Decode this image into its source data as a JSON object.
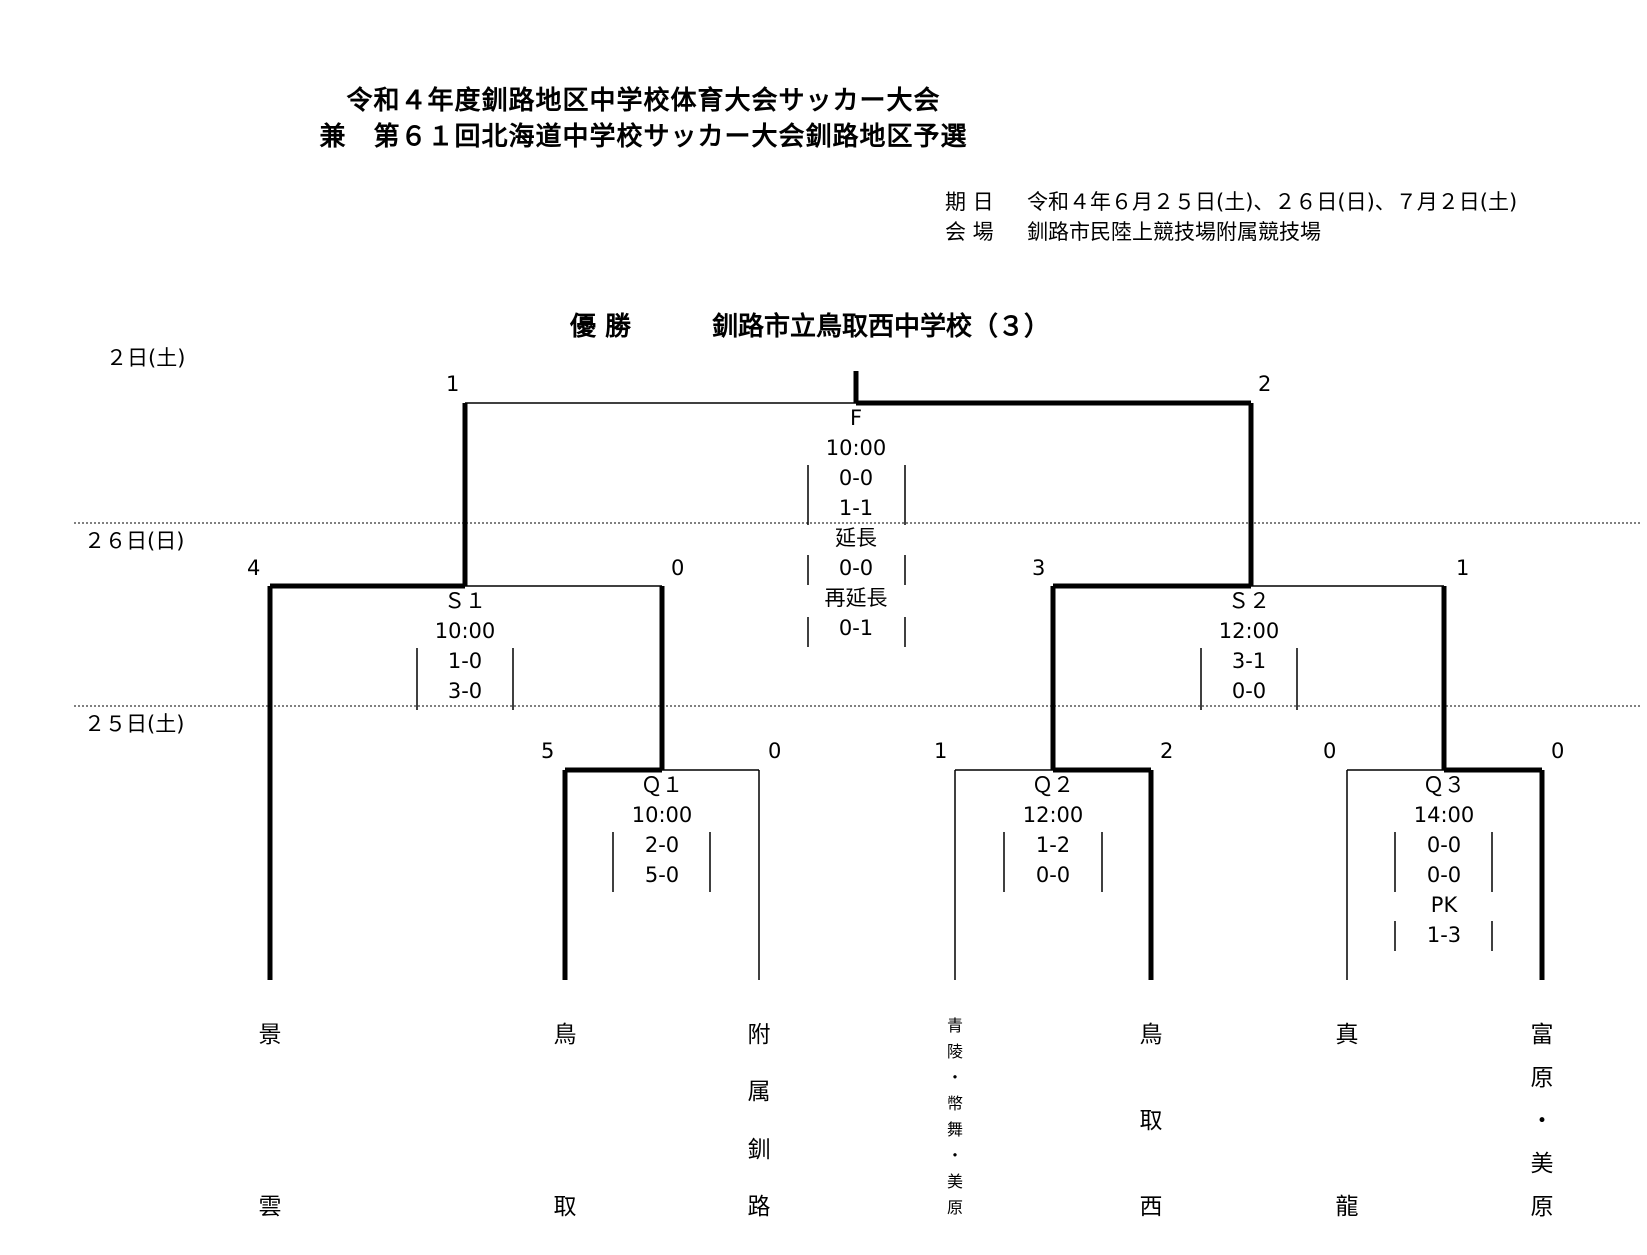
{
  "header": {
    "title_line1": "令和４年度釧路地区中学校体育大会サッカー大会",
    "title_line2": "兼　第６１回北海道中学校サッカー大会釧路地区予選",
    "date_label": "期 日",
    "date_value": "令和４年６月２５日(土)、２６日(日)、７月２日(土)",
    "venue_label": "会 場",
    "venue_value": "釧路市民陸上競技場附属競技場"
  },
  "champion": {
    "label": "優 勝",
    "team": "釧路市立鳥取西中学校（３）"
  },
  "days": {
    "day_final": "２日(土)",
    "day_semi": "２６日(日)",
    "day_quarter": "２５日(土)"
  },
  "matches": {
    "F": {
      "code": "F",
      "time": "10:00",
      "lines": [
        "0-0",
        "1-1",
        "延長",
        "0-0",
        "再延長",
        "0-1"
      ],
      "score_left": "1",
      "score_right": "2"
    },
    "S1": {
      "code": "Ｓ１",
      "time": "10:00",
      "lines": [
        "1-0",
        "3-0"
      ],
      "score_left": "4",
      "score_right": "0"
    },
    "S2": {
      "code": "Ｓ２",
      "time": "12:00",
      "lines": [
        "3-1",
        "0-0"
      ],
      "score_left": "3",
      "score_right": "1"
    },
    "Q1": {
      "code": "Ｑ１",
      "time": "10:00",
      "lines": [
        "2-0",
        "5-0"
      ],
      "score_left": "5",
      "score_right": "0"
    },
    "Q2": {
      "code": "Ｑ２",
      "time": "12:00",
      "lines": [
        "1-2",
        "0-0"
      ],
      "score_left": "1",
      "score_right": "2"
    },
    "Q3": {
      "code": "Ｑ３",
      "time": "14:00",
      "lines": [
        "0-0",
        "0-0",
        "PK",
        "1-3"
      ],
      "score_left": "0",
      "score_right": "0"
    }
  },
  "teams": [
    {
      "id": "keiun",
      "chars": [
        "景",
        "雲"
      ]
    },
    {
      "id": "tottori",
      "chars": [
        "鳥",
        "取"
      ]
    },
    {
      "id": "fuzoku",
      "chars": [
        "附",
        "属",
        "釧",
        "路"
      ]
    },
    {
      "id": "seiryo",
      "chars": [
        "青",
        "陵",
        "・",
        "幣",
        "舞",
        "・",
        "美",
        "原"
      ]
    },
    {
      "id": "tottori-nishi",
      "chars": [
        "鳥",
        "取",
        "西"
      ]
    },
    {
      "id": "shinryu",
      "chars": [
        "真",
        "龍"
      ]
    },
    {
      "id": "tomihara",
      "chars": [
        "富",
        "原",
        "・",
        "美",
        "原"
      ]
    }
  ]
}
